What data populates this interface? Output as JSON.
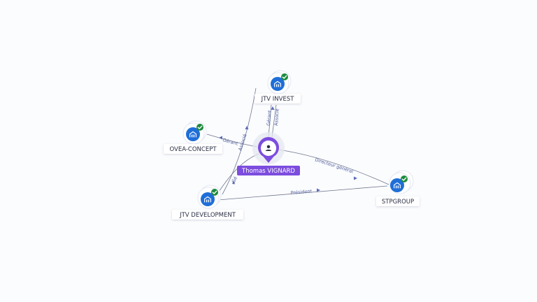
{
  "colors": {
    "edge": "#6f7790",
    "edge_label": "#4f5d9c",
    "company_icon": "#1f6ed8",
    "check_badge": "#1e8a3e",
    "person_accent": "#7c4dde",
    "node_label_text": "#2b2f45"
  },
  "person": {
    "name": "Thomas VIGNARD",
    "icon": "user-icon"
  },
  "companies": [
    {
      "id": "jtv-invest",
      "name": "JTV INVEST",
      "icon": "building-icon",
      "verified": true
    },
    {
      "id": "ovea-concept",
      "name": "OVEA-CONCEPT",
      "icon": "building-icon",
      "verified": true
    },
    {
      "id": "jtv-development",
      "name": "JTV DEVELOPMENT",
      "icon": "building-icon",
      "verified": true
    },
    {
      "id": "stpgroup",
      "name": "STPGROUP",
      "icon": "building-icon",
      "verified": true
    }
  ],
  "edges": [
    {
      "id": "person-jtv-invest-1",
      "label": "Gérant"
    },
    {
      "id": "person-jtv-invest-2",
      "label": "Associé"
    },
    {
      "id": "person-ovea-concept",
      "label": "Gérant"
    },
    {
      "id": "person-jtv-development",
      "label": "Gé"
    },
    {
      "id": "jtv-development-jtv-invest",
      "label": "Associé"
    },
    {
      "id": "person-stpgroup",
      "label": "Directeur général"
    },
    {
      "id": "jtv-development-stpgroup",
      "label": "Président"
    }
  ]
}
